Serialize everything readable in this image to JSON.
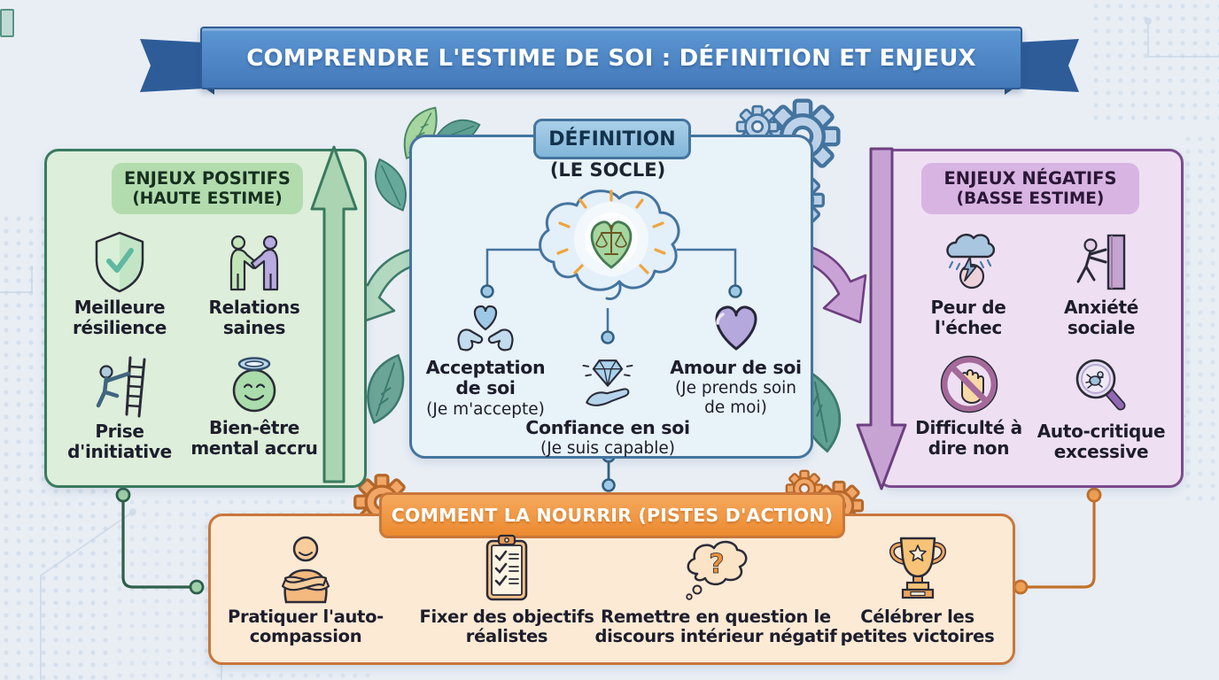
{
  "banner": {
    "title": "COMPRENDRE L'ESTIME DE SOI : DÉFINITION ET ENJEUX"
  },
  "definition": {
    "badge": "DÉFINITION",
    "subtitle": "(LE SOCLE)",
    "core_icon": "brain-heart-balance-icon",
    "items": [
      {
        "icon": "hands-holding-heart-icon",
        "label": "Acceptation de soi",
        "sub": "(Je m'accepte)"
      },
      {
        "icon": "hand-diamond-icon",
        "label": "Confiance en soi",
        "sub": "(Je suis capable)"
      },
      {
        "icon": "purple-heart-icon",
        "label": "Amour de soi",
        "sub": "(Je prends soin de moi)"
      }
    ]
  },
  "positive_panel": {
    "title": "ENJEUX POSITIFS",
    "subtitle": "(HAUTE ESTIME)",
    "items": [
      {
        "icon": "shield-check-icon",
        "label": "Meilleure résilience"
      },
      {
        "icon": "handshake-icon",
        "label": "Relations saines"
      },
      {
        "icon": "ladder-climb-icon",
        "label": "Prise d'initiative"
      },
      {
        "icon": "halo-smiley-icon",
        "label": "Bien-être mental accru"
      }
    ]
  },
  "negative_panel": {
    "title": "ENJEUX NÉGATIFS",
    "subtitle": "(BASSE ESTIME)",
    "items": [
      {
        "icon": "storm-head-icon",
        "label": "Peur de l'échec"
      },
      {
        "icon": "door-push-icon",
        "label": "Anxiété sociale"
      },
      {
        "icon": "forbidden-hand-icon",
        "label": "Difficulté à dire non"
      },
      {
        "icon": "magnifier-bug-icon",
        "label": "Auto-critique excessive"
      }
    ]
  },
  "actions_panel": {
    "title": "COMMENT LA NOURRIR (PISTES D'ACTION)",
    "items": [
      {
        "icon": "self-hug-icon",
        "label": "Pratiquer l'auto-compassion"
      },
      {
        "icon": "clipboard-checklist-icon",
        "label": "Fixer des objectifs réalistes"
      },
      {
        "icon": "thought-question-icon",
        "label": "Remettre en question le discours intérieur négatif"
      },
      {
        "icon": "trophy-icon",
        "label": "Célébrer les petites victoires"
      }
    ]
  },
  "colors": {
    "background": "#e9eef5",
    "banner_blue": "#4d87c7",
    "banner_dark_blue": "#2d5c99",
    "center_bg": "#e8f2f9",
    "center_border": "#44749e",
    "positive_bg": "#ddeeda",
    "positive_border": "#3a7a5f",
    "negative_bg": "#eee0f2",
    "negative_border": "#7b4b8e",
    "actions_bg": "#fcead5",
    "actions_border": "#c9773b",
    "actions_badge": "#f0923e",
    "ray_orange": "#f0a43c",
    "text_dark": "#1d1d2c"
  }
}
